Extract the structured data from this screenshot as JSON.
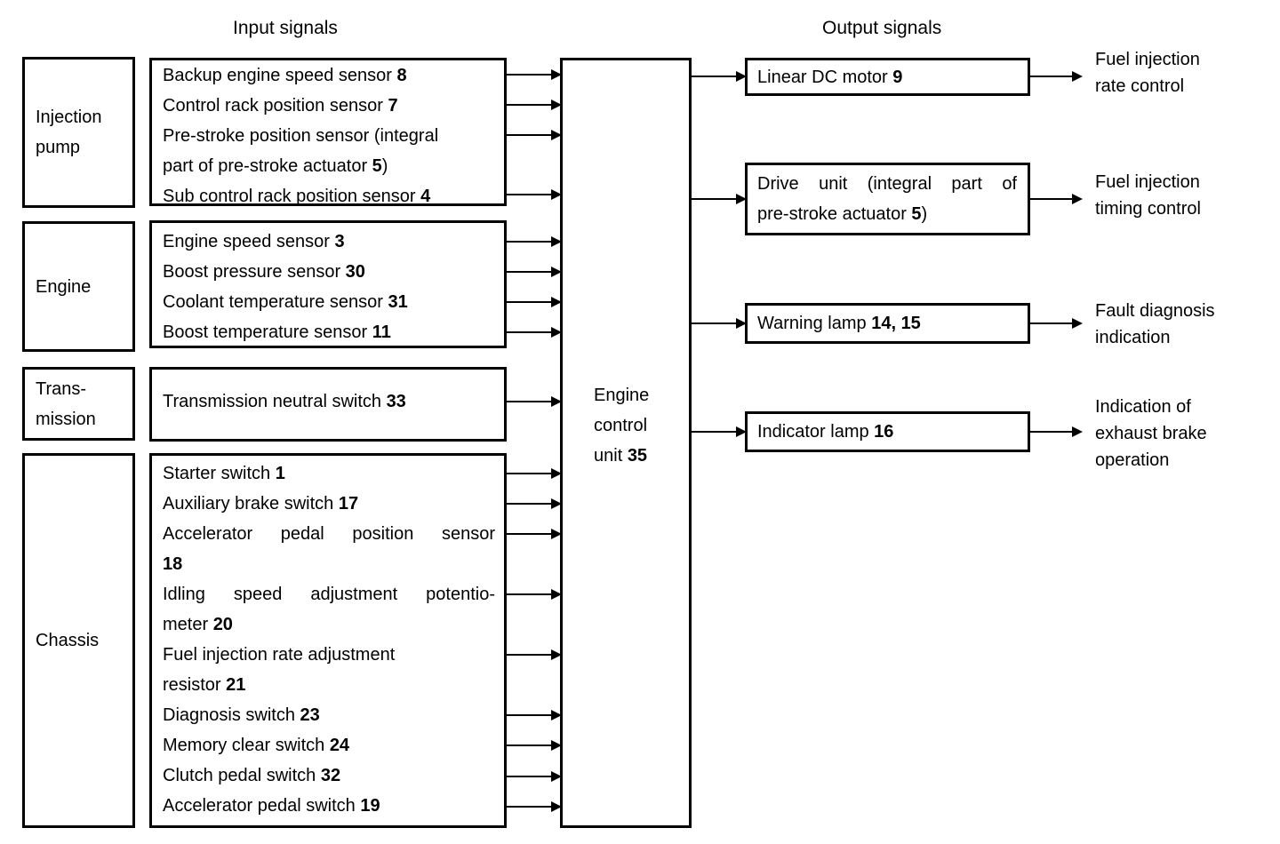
{
  "headers": {
    "input_signals": "Input signals",
    "output_signals": "Output signals"
  },
  "colors": {
    "ink": "#000000",
    "paper": "#ffffff"
  },
  "category_boxes": [
    {
      "id": "injection-pump",
      "lines": [
        {
          "segs": [
            [
              "Injection",
              0
            ]
          ]
        },
        {
          "segs": [
            [
              "pump",
              0
            ]
          ]
        }
      ]
    },
    {
      "id": "engine",
      "lines": [
        {
          "segs": [
            [
              "Engine",
              0
            ]
          ]
        }
      ]
    },
    {
      "id": "transmission",
      "lines": [
        {
          "segs": [
            [
              "Trans-",
              0
            ]
          ]
        },
        {
          "segs": [
            [
              "mission",
              0
            ]
          ]
        }
      ]
    },
    {
      "id": "chassis",
      "lines": [
        {
          "segs": [
            [
              "Chassis",
              0
            ]
          ]
        }
      ]
    }
  ],
  "input_signal_boxes": [
    {
      "id": "injection-pump-signals",
      "lines": [
        {
          "segs": [
            [
              "Backup engine speed sensor ",
              0
            ],
            [
              "8",
              1
            ]
          ]
        },
        {
          "segs": [
            [
              "Control rack position sensor ",
              0
            ],
            [
              "7",
              1
            ]
          ]
        },
        {
          "segs": [
            [
              "Pre-stroke position sensor (integral",
              0
            ]
          ]
        },
        {
          "segs": [
            [
              "part of pre-stroke actuator ",
              0
            ],
            [
              "5",
              1
            ],
            [
              ")",
              0
            ]
          ]
        },
        {
          "segs": [
            [
              "Sub control rack position sensor ",
              0
            ],
            [
              "4",
              1
            ]
          ]
        }
      ]
    },
    {
      "id": "engine-signals",
      "lines": [
        {
          "segs": [
            [
              "Engine speed sensor ",
              0
            ],
            [
              "3",
              1
            ]
          ]
        },
        {
          "segs": [
            [
              "Boost pressure sensor ",
              0
            ],
            [
              "30",
              1
            ]
          ]
        },
        {
          "segs": [
            [
              "Coolant temperature sensor ",
              0
            ],
            [
              "31",
              1
            ]
          ]
        },
        {
          "segs": [
            [
              "Boost temperature sensor ",
              0
            ],
            [
              "11",
              1
            ]
          ]
        }
      ]
    },
    {
      "id": "transmission-signals",
      "lines": [
        {
          "segs": [
            [
              "Transmission neutral switch ",
              0
            ],
            [
              "33",
              1
            ]
          ]
        }
      ]
    },
    {
      "id": "chassis-signals",
      "lines": [
        {
          "segs": [
            [
              "Starter switch ",
              0
            ],
            [
              "1",
              1
            ]
          ]
        },
        {
          "segs": [
            [
              "Auxiliary brake switch ",
              0
            ],
            [
              "17",
              1
            ]
          ]
        },
        {
          "segs": [
            [
              "Accelerator pedal position sensor",
              0
            ]
          ],
          "justify": true
        },
        {
          "segs": [
            [
              "18",
              1
            ]
          ]
        },
        {
          "segs": [
            [
              "Idling speed adjustment potentio-",
              0
            ]
          ],
          "justify": true
        },
        {
          "segs": [
            [
              "meter ",
              0
            ],
            [
              "20",
              1
            ]
          ]
        },
        {
          "segs": [
            [
              "Fuel injection rate adjustment",
              0
            ]
          ]
        },
        {
          "segs": [
            [
              "resistor ",
              0
            ],
            [
              "21",
              1
            ]
          ]
        },
        {
          "segs": [
            [
              "Diagnosis switch ",
              0
            ],
            [
              "23",
              1
            ]
          ]
        },
        {
          "segs": [
            [
              "Memory clear switch ",
              0
            ],
            [
              "24",
              1
            ]
          ]
        },
        {
          "segs": [
            [
              "Clutch pedal switch ",
              0
            ],
            [
              "32",
              1
            ]
          ]
        },
        {
          "segs": [
            [
              "Accelerator pedal switch ",
              0
            ],
            [
              "19",
              1
            ]
          ]
        }
      ]
    }
  ],
  "ecu_box": {
    "id": "engine-control-unit",
    "lines": [
      {
        "segs": [
          [
            "Engine",
            0
          ]
        ]
      },
      {
        "segs": [
          [
            "control",
            0
          ]
        ]
      },
      {
        "segs": [
          [
            "unit ",
            0
          ],
          [
            "35",
            1
          ]
        ]
      }
    ]
  },
  "output_signal_boxes": [
    {
      "id": "linear-dc-motor",
      "lines": [
        {
          "segs": [
            [
              "Linear DC motor ",
              0
            ],
            [
              "9",
              1
            ]
          ]
        }
      ]
    },
    {
      "id": "drive-unit",
      "lines": [
        {
          "segs": [
            [
              "Drive unit (integral part of",
              0
            ]
          ],
          "justify": true
        },
        {
          "segs": [
            [
              "pre-stroke actuator ",
              0
            ],
            [
              "5",
              1
            ],
            [
              ")",
              0
            ]
          ]
        }
      ]
    },
    {
      "id": "warning-lamp",
      "lines": [
        {
          "segs": [
            [
              "Warning lamp ",
              0
            ],
            [
              "14, 15",
              1
            ]
          ]
        }
      ]
    },
    {
      "id": "indicator-lamp",
      "lines": [
        {
          "segs": [
            [
              "Indicator lamp ",
              0
            ],
            [
              "16",
              1
            ]
          ]
        }
      ]
    }
  ],
  "output_labels": [
    {
      "id": "fuel-injection-rate-control",
      "lines": [
        {
          "segs": [
            [
              "Fuel injection",
              0
            ]
          ]
        },
        {
          "segs": [
            [
              "rate control",
              0
            ]
          ]
        }
      ]
    },
    {
      "id": "fuel-injection-timing-control",
      "lines": [
        {
          "segs": [
            [
              "Fuel injection",
              0
            ]
          ]
        },
        {
          "segs": [
            [
              "timing control",
              0
            ]
          ]
        }
      ]
    },
    {
      "id": "fault-diagnosis-indication",
      "lines": [
        {
          "segs": [
            [
              "Fault diagnosis",
              0
            ]
          ]
        },
        {
          "segs": [
            [
              "indication",
              0
            ]
          ]
        }
      ]
    },
    {
      "id": "exhaust-brake-indication",
      "lines": [
        {
          "segs": [
            [
              "Indication of",
              0
            ]
          ]
        },
        {
          "segs": [
            [
              "exhaust brake",
              0
            ]
          ]
        },
        {
          "segs": [
            [
              "operation",
              0
            ]
          ]
        }
      ]
    }
  ]
}
